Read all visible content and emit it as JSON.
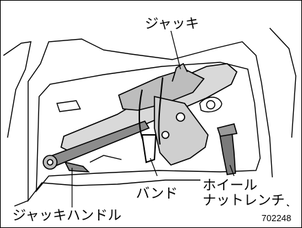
{
  "figure": {
    "labels": {
      "jack": "ジャッキ",
      "band": "バンド",
      "wheel_nut_wrench_line1": "ホイール",
      "wheel_nut_wrench_line2": "ナットレンチ",
      "jack_handle": "ジャッキハンドル"
    },
    "figure_code": "702248"
  }
}
